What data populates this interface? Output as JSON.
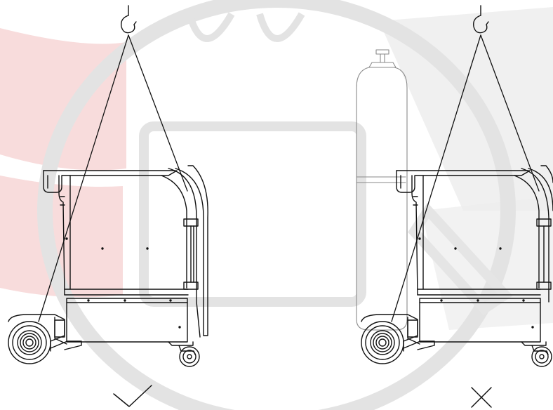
{
  "illustration": {
    "panels": [
      {
        "id": "correct-lifting",
        "status": "allowed",
        "mark_icon": "check-icon",
        "cylinder": false
      },
      {
        "id": "incorrect-lifting",
        "status": "forbidden",
        "mark_icon": "cross-icon",
        "cylinder": true
      }
    ]
  },
  "colors": {
    "line": "#111111",
    "watermark_red": "#f6d3d3",
    "watermark_gray": "#ececec",
    "watermark_line": "#e3e3e3"
  }
}
